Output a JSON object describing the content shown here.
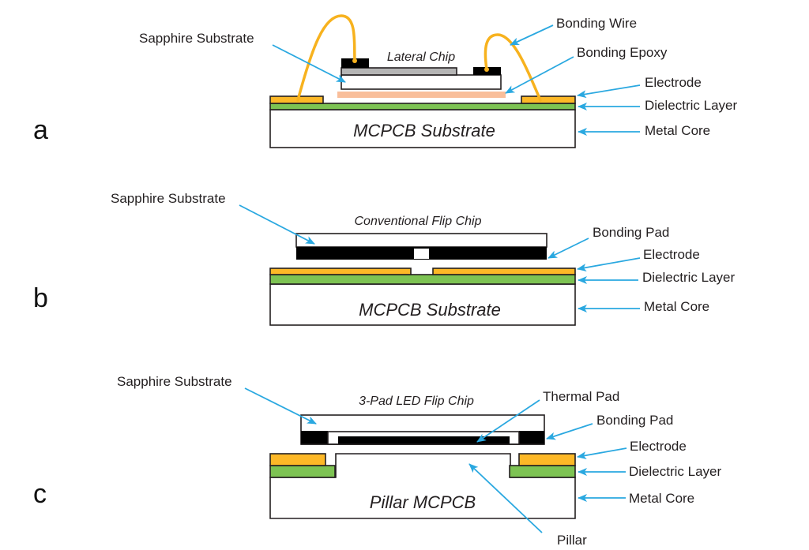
{
  "colors": {
    "electrode": "#fdb827",
    "dielectric": "#7dc353",
    "epoxy": "#f9be9a",
    "trace": "#b5b5b5",
    "pad": "#000000",
    "leader": "#2aa8e0",
    "wire": "#f7b21e"
  },
  "panels": [
    {
      "letter": "a",
      "chip_title": "Lateral Chip",
      "substrate_title": "MCPCB Substrate",
      "labels": {
        "sapphire": "Sapphire Substrate",
        "bonding_wire": "Bonding Wire",
        "bonding_epoxy": "Bonding Epoxy",
        "electrode": "Electrode",
        "dielectric": "Dielectric Layer",
        "metal_core": "Metal Core"
      }
    },
    {
      "letter": "b",
      "chip_title": "Conventional Flip Chip",
      "substrate_title": "MCPCB Substrate",
      "labels": {
        "sapphire": "Sapphire Substrate",
        "bonding_pad": "Bonding Pad",
        "electrode": "Electrode",
        "dielectric": "Dielectric Layer",
        "metal_core": "Metal Core"
      }
    },
    {
      "letter": "c",
      "chip_title": "3-Pad LED Flip Chip",
      "substrate_title": "Pillar MCPCB",
      "labels": {
        "sapphire": "Sapphire Substrate",
        "thermal_pad": "Thermal Pad",
        "bonding_pad": "Bonding Pad",
        "electrode": "Electrode",
        "dielectric": "Dielectric Layer",
        "metal_core": "Metal Core",
        "pillar": "Pillar"
      }
    }
  ]
}
